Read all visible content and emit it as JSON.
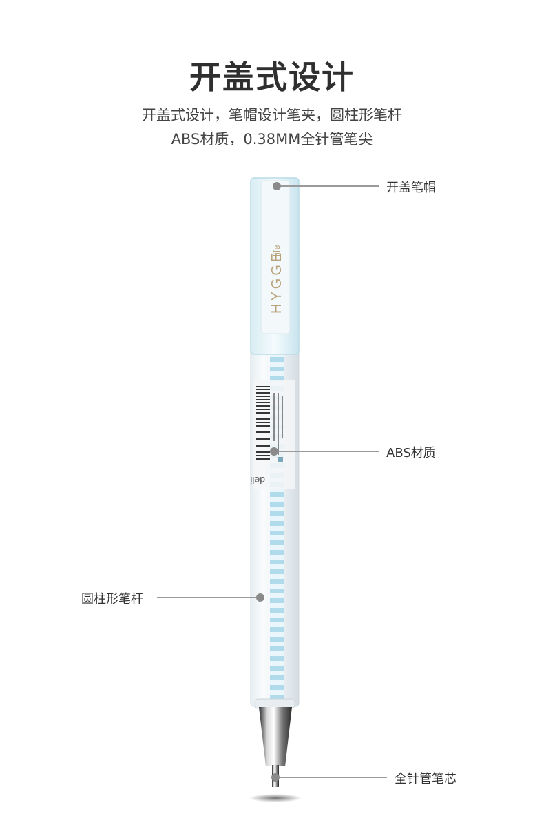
{
  "header": {
    "title": "开盖式设计",
    "subtitle_line1": "开盖式设计，笔帽设计笔夹，圆柱形笔杆",
    "subtitle_line2": "ABS材质，0.38MM全针管笔尖"
  },
  "pen": {
    "brand_text": "HYGGE",
    "brand_suffix": "life",
    "barrel_brand": "deli"
  },
  "callouts": [
    {
      "label": "开盖笔帽"
    },
    {
      "label": "ABS材质"
    },
    {
      "label": "圆柱形笔杆"
    },
    {
      "label": "全针管笔芯"
    }
  ],
  "colors": {
    "pen_blue": "#a9d8ea",
    "cap_clip": "#eef6f9",
    "gold_text": "#b7a27a"
  }
}
